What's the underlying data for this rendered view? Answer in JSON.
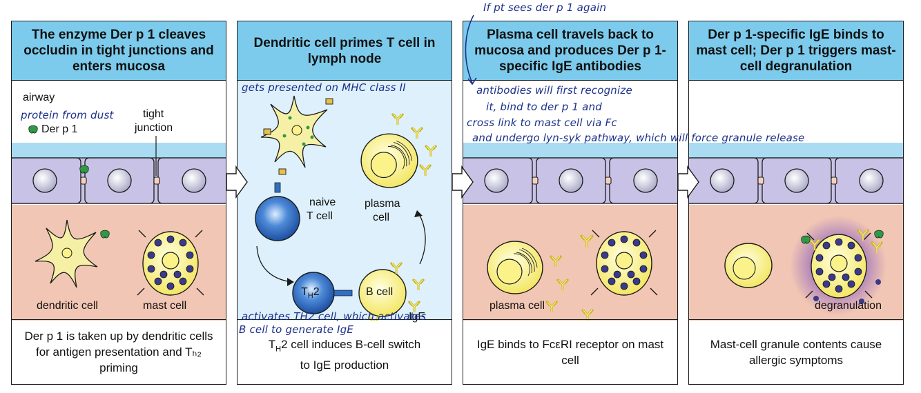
{
  "panels": [
    {
      "header": "The enzyme Der p 1 cleaves occludin in tight junctions and enters mucosa",
      "caption": "Der p 1 is taken up by dendritic cells for antigen presentation and Tₕ₂ priming",
      "labels": {
        "airway": "airway",
        "der_p1": "Der p 1",
        "tight": "tight",
        "junction": "junction",
        "dendritic": "dendritic cell",
        "mast": "mast cell"
      }
    },
    {
      "header": "Dendritic cell primes T cell in lymph node",
      "caption_line1": "T",
      "caption_sub": "H",
      "caption_line1_rest": "2 cell induces B-cell switch",
      "caption_line2": "to IgE production",
      "labels": {
        "naive": "naive",
        "tcell": "T cell",
        "plasma": "plasma",
        "cell": "cell",
        "th2": "T",
        "th2_sub": "H",
        "th2_rest": "2",
        "bcell": "B cell",
        "ige": "IgE"
      }
    },
    {
      "header": "Plasma cell travels back to mucosa and produces Der p 1-specific IgE antibodies",
      "caption": "IgE binds to FcεRI receptor on mast cell",
      "labels": {
        "plasma": "plasma cell"
      }
    },
    {
      "header": "Der p 1-specific IgE binds to mast cell; Der p 1 triggers mast-cell degranulation",
      "caption": "Mast-cell granule contents cause allergic symptoms",
      "labels": {
        "degranulation": "degranulation"
      }
    }
  ],
  "annotations": {
    "protein_from_dust": "protein from dust",
    "mhc": "gets presented on MHC class II",
    "if_pt": "If pt sees der p 1 again",
    "antibodies_1": "antibodies will first recognize",
    "antibodies_2": "it, bind to der p 1 and",
    "antibodies_3": "cross link to mast cell via Fc",
    "antibodies_4": "and undergo lyn-syk pathway, which will force granule release",
    "activates_1": "activates TH2 cell, which activates",
    "activates_2": "B cell to generate IgE"
  },
  "colors": {
    "header": "#7ccbec",
    "mucosa": "#f2c6b4",
    "epithelium": "#c8c3e6",
    "lymph": "#ddf0fb",
    "cell_yellow": "#f7ef7a",
    "granule": "#3a3a8a",
    "tcell_blue": "#2f6fc4",
    "annotation_ink": "#1b2f8a"
  }
}
